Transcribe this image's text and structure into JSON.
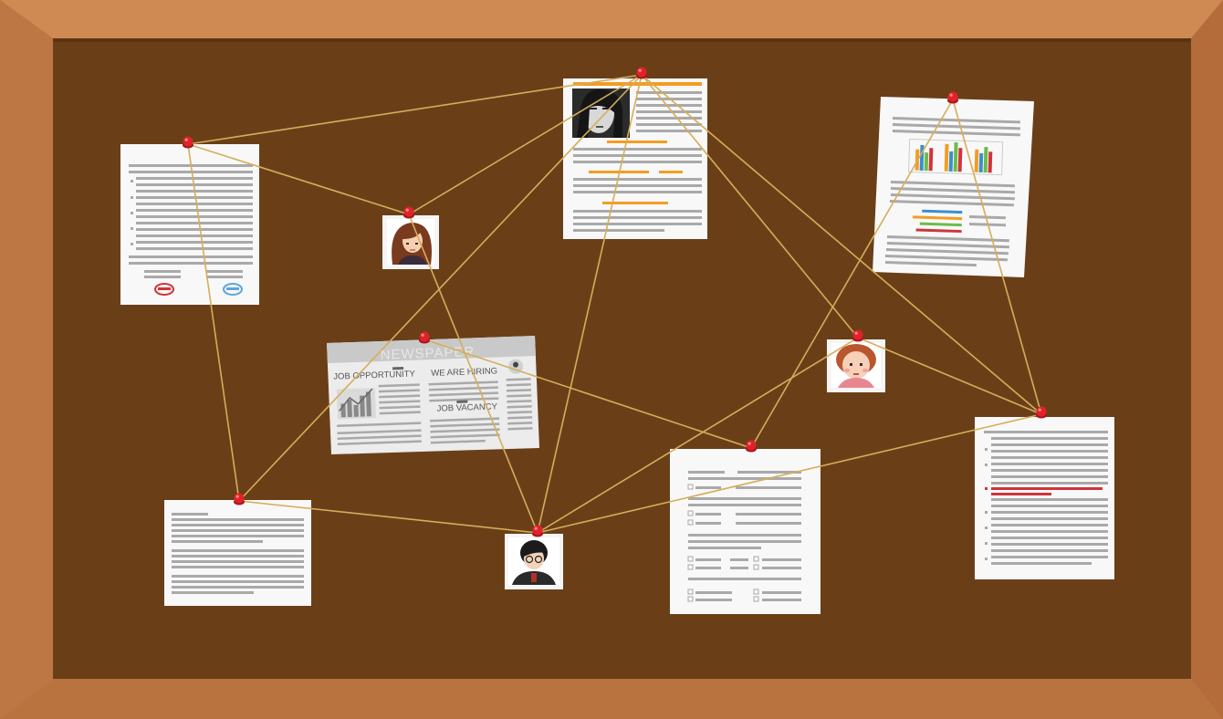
{
  "scene": "corkboard",
  "colors": {
    "frame": "#c67f4b",
    "frame_dark": "#a86538",
    "board": "#6a3f18",
    "string": "#d5ad5a",
    "pin": "#e0222c",
    "paper": "#f8f8f8",
    "line_gray": "#a9a9a9",
    "accent_orange": "#f39c21",
    "accent_red": "#d0343a"
  },
  "newspaper": {
    "masthead": "NEWSPAPER",
    "col1_heading": "JOB OPPORTUNITY",
    "col2_heading": "WE ARE  HIRING",
    "col2_subheading": "JOB VACANCY"
  },
  "pins": [
    {
      "id": "doc-left-top"
    },
    {
      "id": "doc-top-center"
    },
    {
      "id": "doc-top-right"
    },
    {
      "id": "photo-girl-brown"
    },
    {
      "id": "newspaper"
    },
    {
      "id": "photo-girl-red"
    },
    {
      "id": "doc-bottom-left"
    },
    {
      "id": "photo-boy"
    },
    {
      "id": "doc-bottom-center"
    },
    {
      "id": "doc-right"
    }
  ],
  "strings": [
    [
      "doc-left-top",
      "doc-top-center"
    ],
    [
      "doc-left-top",
      "photo-girl-brown"
    ],
    [
      "doc-left-top",
      "doc-bottom-left"
    ],
    [
      "photo-girl-brown",
      "doc-top-center"
    ],
    [
      "photo-girl-brown",
      "photo-boy"
    ],
    [
      "doc-top-center",
      "doc-bottom-left"
    ],
    [
      "doc-top-center",
      "photo-boy"
    ],
    [
      "doc-top-center",
      "photo-girl-red"
    ],
    [
      "doc-top-center",
      "doc-right"
    ],
    [
      "doc-top-right",
      "doc-bottom-center"
    ],
    [
      "doc-top-right",
      "doc-right"
    ],
    [
      "photo-girl-red",
      "doc-right"
    ],
    [
      "photo-girl-red",
      "photo-boy"
    ],
    [
      "newspaper",
      "doc-bottom-center"
    ],
    [
      "doc-bottom-left",
      "photo-boy"
    ],
    [
      "photo-boy",
      "doc-right"
    ]
  ]
}
